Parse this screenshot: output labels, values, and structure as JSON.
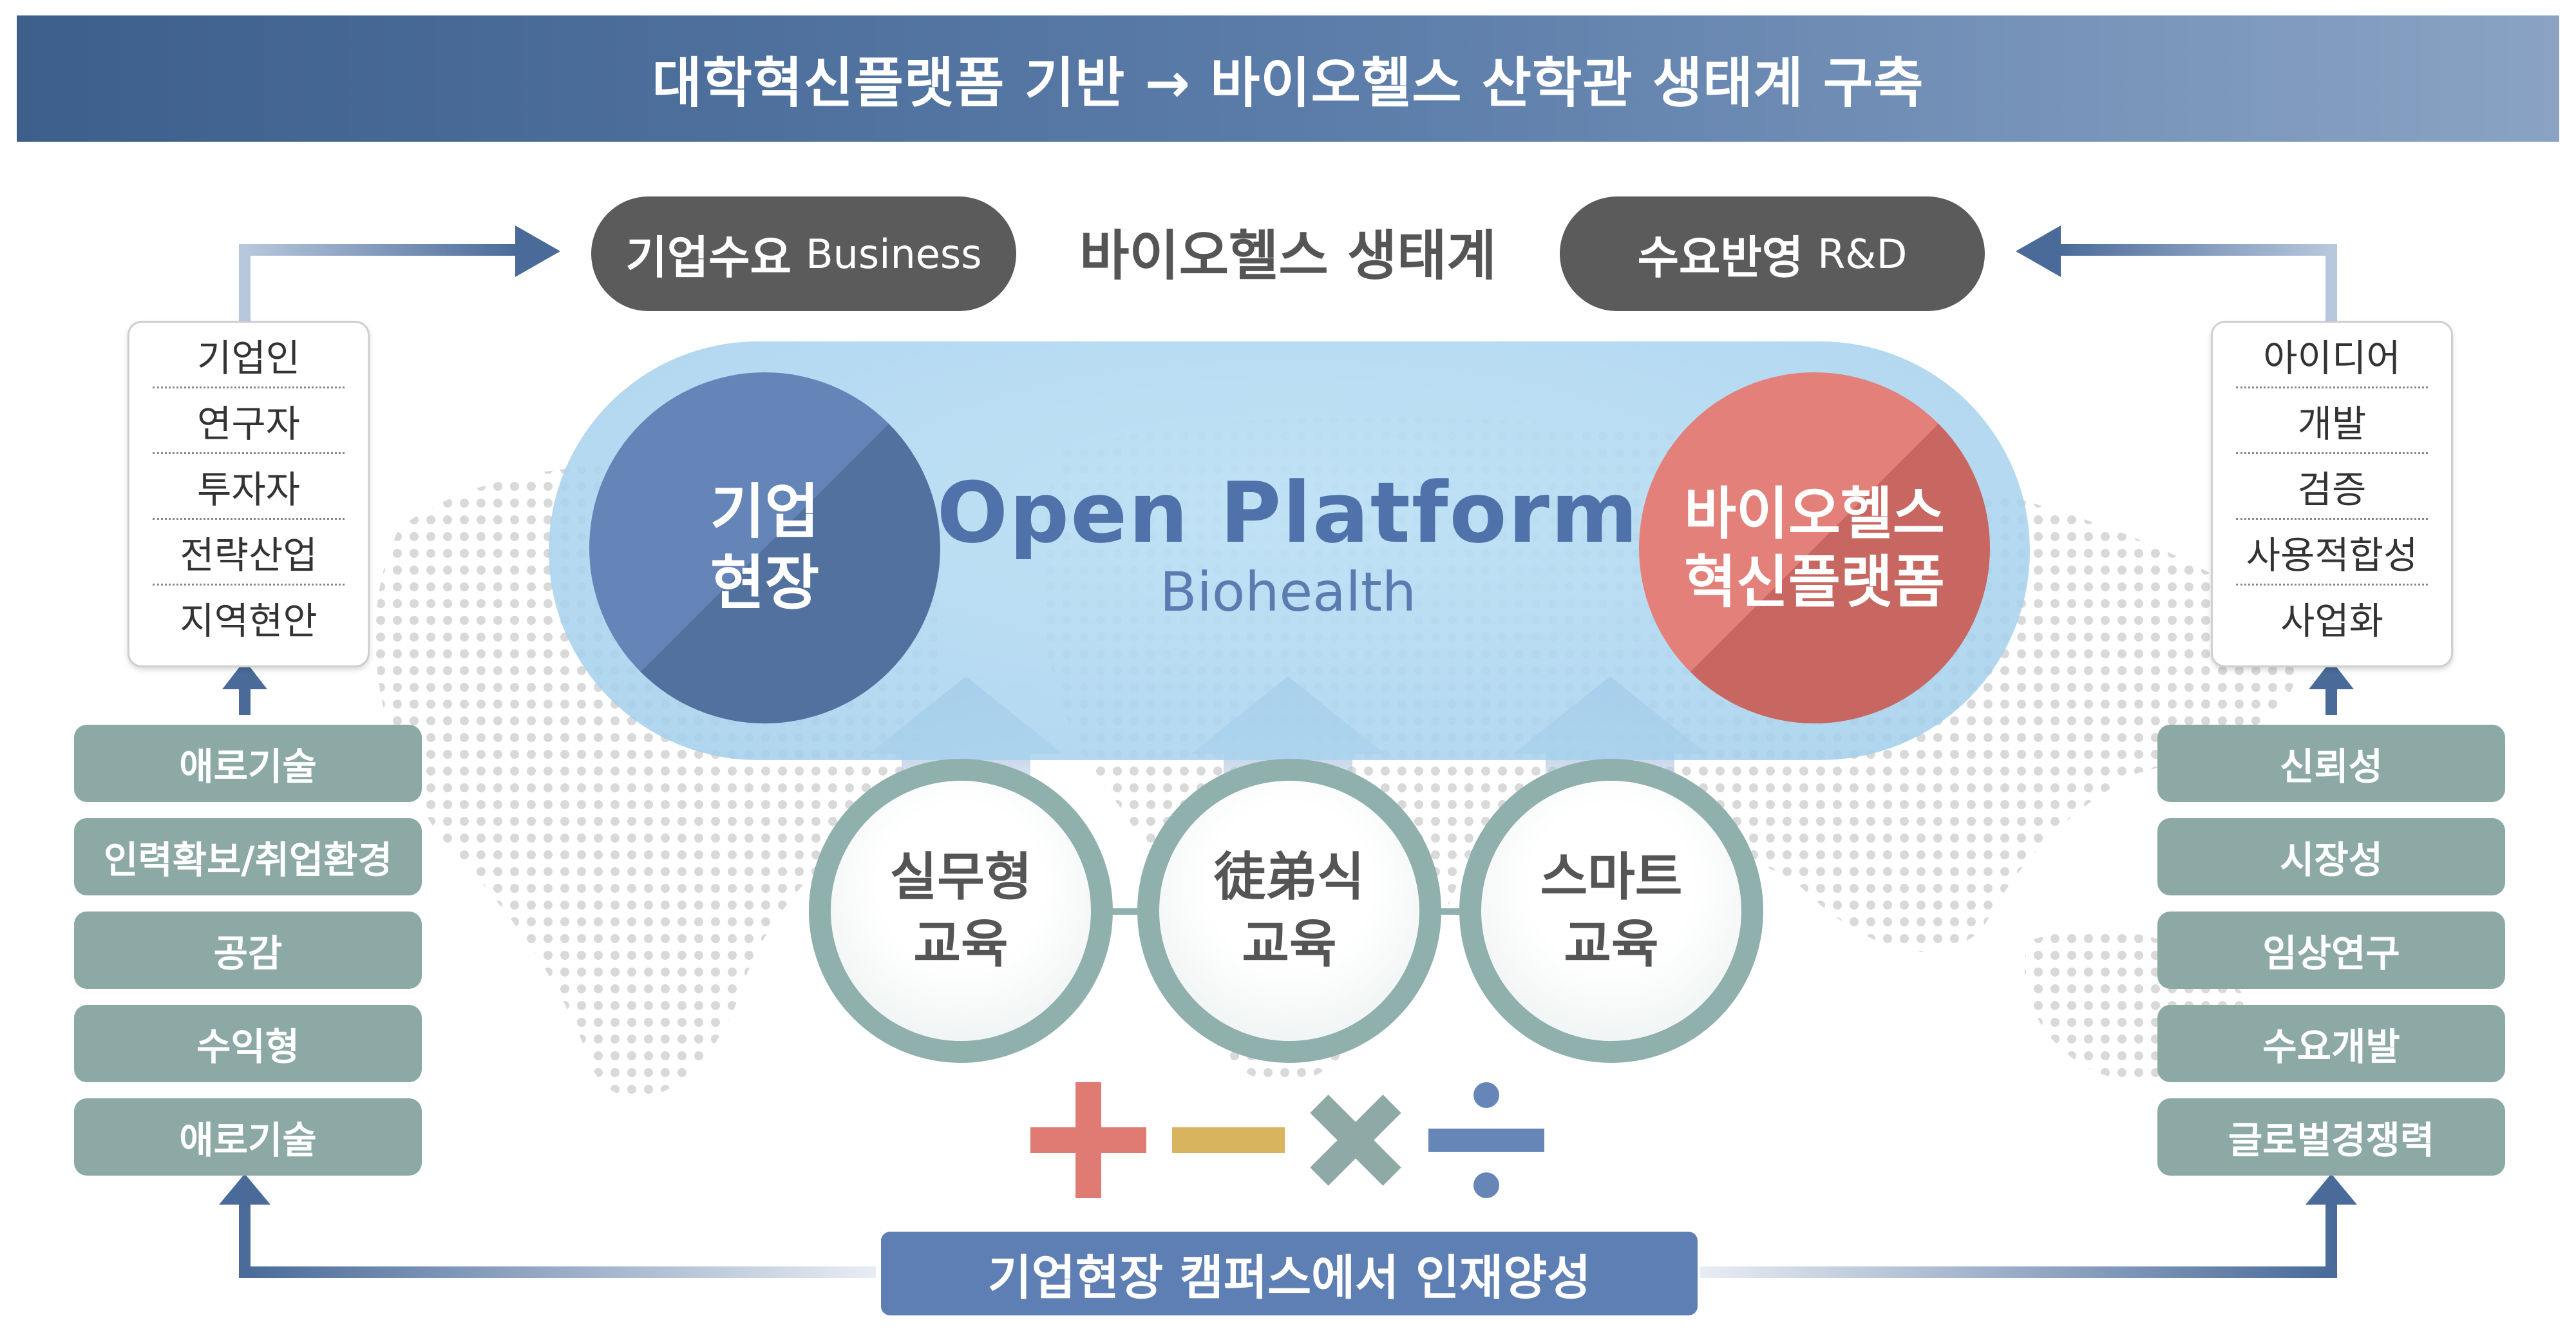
{
  "banner": {
    "title": "대학혁신플랫폼 기반 → 바이오헬스 산학관 생태계 구축"
  },
  "top": {
    "left_pill": {
      "ko": "기업수요",
      "en": "Business"
    },
    "center_title": "바이오헬스 생태계",
    "right_pill": {
      "ko": "수요반영",
      "en": "R&D"
    }
  },
  "platform": {
    "title": "Open Platform",
    "subtitle": "Biohealth",
    "left_circle": [
      "기업",
      "현장"
    ],
    "right_circle": [
      "바이오헬스",
      "혁신플랫폼"
    ]
  },
  "left_box": [
    "기업인",
    "연구자",
    "투자자",
    "전략산업",
    "지역현안"
  ],
  "right_box": [
    "아이디어",
    "개발",
    "검증",
    "사용적합성",
    "사업화"
  ],
  "left_tags": [
    "애로기술",
    "인력확보/취업환경",
    "공감",
    "수익형",
    "애로기술"
  ],
  "right_tags": [
    "신뢰성",
    "시장성",
    "임상연구",
    "수요개발",
    "글로벌경쟁력"
  ],
  "education": [
    {
      "line1": "실무형",
      "line2": "교육"
    },
    {
      "line1": "徒弟식",
      "line2": "교육"
    },
    {
      "line1": "스마트",
      "line2": "교육"
    }
  ],
  "operators": {
    "plus_color": "#e07b74",
    "minus_color": "#d8b45e",
    "times_color": "#8ea9a6",
    "divide_color": "#6786b8"
  },
  "bottom_bar": "기업현장 캠퍼스에서 인재양성",
  "colors": {
    "banner": "#4a6b97",
    "blue_circle": "#5d7dae",
    "red_circle": "#d9746d",
    "teal": "#8ca9a6",
    "arrow": "#4a6b9a"
  }
}
